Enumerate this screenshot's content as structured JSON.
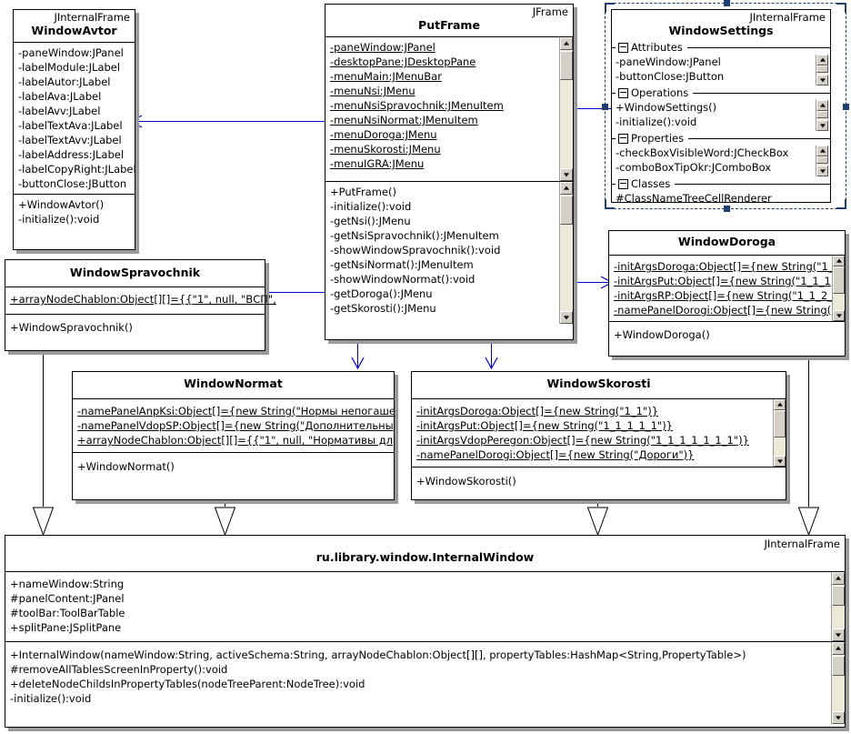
{
  "diagram": {
    "type": "uml-class-diagram",
    "classes": [
      {
        "id": "WindowAvtor",
        "stereotype": "JInternalFrame",
        "name": "WindowAvtor",
        "attributes": [
          "-paneWindow:JPanel",
          "-labelModule:JLabel",
          "-labelAutor:JLabel",
          "-labelAva:JLabel",
          "-labelAvv:JLabel",
          "-labelTextAva:JLabel",
          "-labelTextAvv:JLabel",
          "-labelAddress:JLabel",
          "-labelCopyRight:JLabel",
          "-buttonClose:JButton"
        ],
        "operations": [
          "+WindowAvtor()",
          "-initialize():void"
        ]
      },
      {
        "id": "PutFrame",
        "stereotype": "JFrame",
        "name": "PutFrame",
        "attributes": [
          "-paneWindow:JPanel",
          "-desktopPane:JDesktopPane",
          "-menuMain:JMenuBar",
          "-menuNsi:JMenu",
          "-menuNsiSpravochnik:JMenuItem",
          "-menuNsiNormat:JMenuItem",
          "-menuDoroga:JMenu",
          "-menuSkorosti:JMenu",
          "-menuIGRA:JMenu"
        ],
        "operations": [
          "+PutFrame()",
          "-initialize():void",
          "-getNsi():JMenu",
          "-getNsiSpravochnik():JMenuItem",
          "-showWindowSpravochnik():void",
          "-getNsiNormat():JMenuItem",
          "-showWindowNormat():void",
          "-getDoroga():JMenu",
          "-getSkorosti():JMenu"
        ]
      },
      {
        "id": "WindowSettings",
        "stereotype": "JInternalFrame",
        "name": "WindowSettings",
        "selected": true,
        "groups": [
          {
            "label": "Attributes",
            "rows": [
              "-paneWindow:JPanel",
              "-buttonClose:JButton"
            ]
          },
          {
            "label": "Operations",
            "rows": [
              "+WindowSettings()",
              "-initialize():void"
            ]
          },
          {
            "label": "Properties",
            "rows": [
              "-checkBoxVisibleWord:JCheckBox",
              "-comboBoxTipOkr:JComboBox"
            ]
          },
          {
            "label": "Classes",
            "rows": [
              "#ClassNameTreeCellRenderer"
            ]
          }
        ]
      },
      {
        "id": "WindowSpravochnik",
        "stereotype": "",
        "name": "WindowSpravochnik",
        "attributes": [
          "+arrayNodeChablon:Object[][]={{\"1\", null, \"ВСП\","
        ],
        "operations": [
          "+WindowSpravochnik()"
        ]
      },
      {
        "id": "WindowDoroga",
        "stereotype": "",
        "name": "WindowDoroga",
        "attributes": [
          "-initArgsDoroga:Object[]={new String(\"1_",
          "-initArgsPut:Object[]={new String(\"1_1_1",
          "-initArgsRP:Object[]={new String(\"1_1_2_",
          "-namePanelDorogi:Object[]={new String(\""
        ],
        "operations": [
          "+WindowDoroga()"
        ]
      },
      {
        "id": "WindowNormat",
        "stereotype": "",
        "name": "WindowNormat",
        "attributes": [
          "-namePanelAnpKsi:Object[]={new String(\"Нормы непогаше",
          "-namePanelVdopSP:Object[]={new String(\"Дополнительны",
          "+arrayNodeChablon:Object[][]={{\"1\", null, \"Нормативы дл"
        ],
        "operations": [
          "+WindowNormat()"
        ]
      },
      {
        "id": "WindowSkorosti",
        "stereotype": "",
        "name": "WindowSkorosti",
        "attributes": [
          "-initArgsDoroga:Object[]={new String(\"1_1\")}",
          "-initArgsPut:Object[]={new String(\"1_1_1_1_1\")}",
          "-initArgsVdopPeregon:Object[]={new String(\"1_1_1_1_1_1_1\")}",
          "-namePanelDorogi:Object[]={new String(\"Дороги\")}"
        ],
        "operations": [
          "+WindowSkorosti()"
        ]
      },
      {
        "id": "InternalWindow",
        "stereotype": "JInternalFrame",
        "name": "ru.library.window.InternalWindow",
        "attributes": [
          "+nameWindow:String",
          "#panelContent:JPanel",
          "#toolBar:ToolBarTable",
          "+splitPane:JSplitPane"
        ],
        "operations": [
          "+InternalWindow(nameWindow:String, activeSchema:String, arrayNodeChablon:Object[][], propertyTables:HashMap<String,PropertyTable>)",
          "#removeAllTablesScreenInProperty():void",
          "+deleteNodeChildsInPropertyTables(nodeTreeParent:NodeTree):void",
          "-initialize():void"
        ]
      }
    ],
    "colors": {
      "association": "#0000cc",
      "generalization": "#000000",
      "selection": "#1f3f73",
      "box_fill": "#ffffff",
      "shadow": "#9a9a9a",
      "scrollbar_track": "#ece9d8",
      "scrollbar_thumb": "#d4d0c8"
    },
    "relations": [
      {
        "from": "PutFrame",
        "to": "WindowAvtor",
        "kind": "association",
        "direction": "left"
      },
      {
        "from": "PutFrame",
        "to": "WindowSettings",
        "kind": "association",
        "direction": "right"
      },
      {
        "from": "PutFrame",
        "to": "WindowSpravochnik",
        "kind": "association",
        "direction": "left"
      },
      {
        "from": "PutFrame",
        "to": "WindowDoroga",
        "kind": "association",
        "direction": "right"
      },
      {
        "from": "PutFrame",
        "to": "WindowNormat",
        "kind": "association",
        "direction": "down"
      },
      {
        "from": "PutFrame",
        "to": "WindowSkorosti",
        "kind": "association",
        "direction": "down"
      },
      {
        "from": "WindowSpravochnik",
        "to": "InternalWindow",
        "kind": "generalization"
      },
      {
        "from": "WindowNormat",
        "to": "InternalWindow",
        "kind": "generalization"
      },
      {
        "from": "WindowSkorosti",
        "to": "InternalWindow",
        "kind": "generalization"
      },
      {
        "from": "WindowDoroga",
        "to": "InternalWindow",
        "kind": "generalization"
      }
    ]
  }
}
